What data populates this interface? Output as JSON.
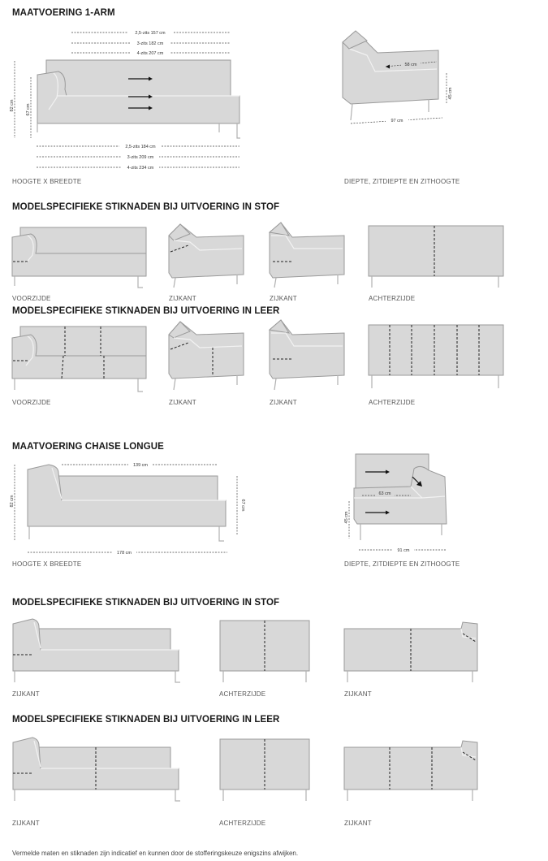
{
  "section1": {
    "title": "MAATVOERING 1-ARM",
    "top_dims": [
      "2,5-zits  157 cm",
      "3-zits  182 cm",
      "4-zits  207 cm"
    ],
    "bottom_dims": [
      "2,5-zits  184 cm",
      "3-zits  209 cm",
      "4-zits  234 cm"
    ],
    "height_total": "82 cm",
    "height_back": "67 cm",
    "caption_left": "HOOGTE X BREEDTE",
    "side_seat_depth": "58 cm",
    "side_seat_height": "45 cm",
    "side_depth": "97 cm",
    "caption_right": "DIEPTE, ZITDIEPTE EN ZITHOOGTE"
  },
  "section2": {
    "title": "MODELSPECIFIEKE STIKNADEN BIJ UITVOERING IN STOF",
    "captions": [
      "VOORZIJDE",
      "ZIJKANT",
      "ZIJKANT",
      "ACHTERZIJDE"
    ]
  },
  "section3": {
    "title": "MODELSPECIFIEKE STIKNADEN BIJ UITVOERING IN LEER",
    "captions": [
      "VOORZIJDE",
      "ZIJKANT",
      "ZIJKANT",
      "ACHTERZIJDE"
    ]
  },
  "section4": {
    "title": "MAATVOERING CHAISE LONGUE",
    "top_dim": "139 cm",
    "height_total": "82 cm",
    "height_back": "67 cm",
    "bottom_dim": "178 cm",
    "caption_left": "HOOGTE X BREEDTE",
    "side_seat_depth": "63 cm",
    "side_seat_height": "45 cm",
    "side_depth": "91 cm",
    "caption_right": "DIEPTE, ZITDIEPTE EN ZITHOOGTE"
  },
  "section5": {
    "title": "MODELSPECIFIEKE STIKNADEN BIJ UITVOERING IN STOF",
    "captions": [
      "ZIJKANT",
      "ACHTERZIJDE",
      "ZIJKANT"
    ]
  },
  "section6": {
    "title": "MODELSPECIFIEKE STIKNADEN BIJ UITVOERING IN LEER",
    "captions": [
      "ZIJKANT",
      "ACHTERZIJDE",
      "ZIJKANT"
    ]
  },
  "footer_note": "Vermelde maten en stiknaden zijn indicatief en kunnen door de stofferingskeuze enigszins afwijken."
}
